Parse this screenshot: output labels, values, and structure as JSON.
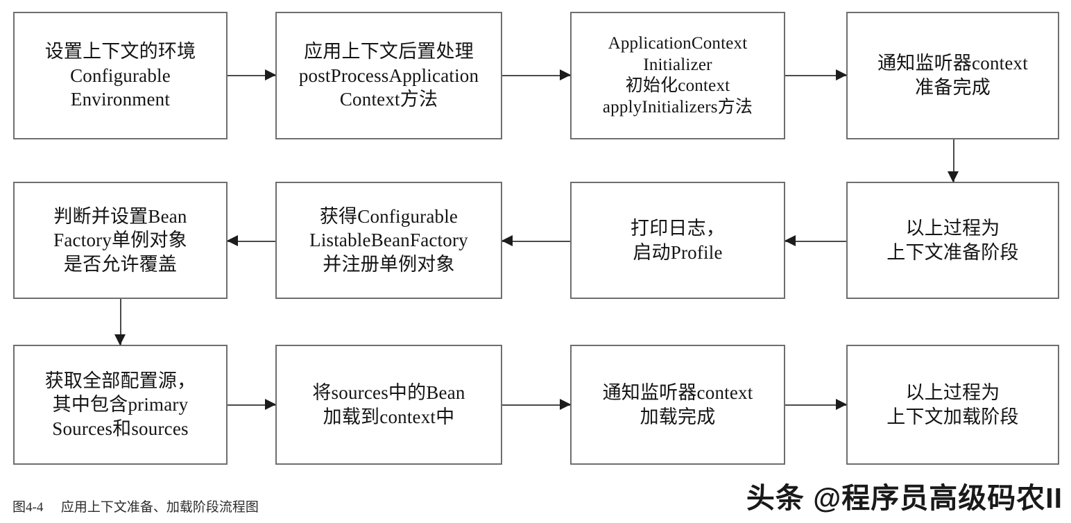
{
  "figure": {
    "caption_label": "图4-4",
    "caption_text": "应用上下文准备、加载阶段流程图",
    "watermark": "头条 @程序员高级码农II",
    "colors": {
      "box_border": "#6e6e6e",
      "arrow": "#1c1c1c",
      "text": "#141414",
      "background": "#ffffff"
    }
  },
  "nodes": [
    {
      "id": "n1",
      "lines": [
        "设置上下文的环境",
        "Configurable",
        "Environment"
      ]
    },
    {
      "id": "n2",
      "lines": [
        "应用上下文后置处理",
        "postProcessApplication",
        "Context方法"
      ]
    },
    {
      "id": "n3",
      "lines": [
        "ApplicationContext",
        "Initializer",
        "初始化context",
        "applyInitializers方法"
      ]
    },
    {
      "id": "n4",
      "lines": [
        "通知监听器context",
        "准备完成"
      ]
    },
    {
      "id": "n5",
      "lines": [
        "判断并设置Bean",
        "Factory单例对象",
        "是否允许覆盖"
      ]
    },
    {
      "id": "n6",
      "lines": [
        "获得Configurable",
        "ListableBeanFactory",
        "并注册单例对象"
      ]
    },
    {
      "id": "n7",
      "lines": [
        "打印日志，",
        "启动Profile"
      ]
    },
    {
      "id": "n8",
      "lines": [
        "以上过程为",
        "上下文准备阶段"
      ]
    },
    {
      "id": "n9",
      "lines": [
        "获取全部配置源，",
        "其中包含primary",
        "Sources和sources"
      ]
    },
    {
      "id": "n10",
      "lines": [
        "将sources中的Bean",
        "加载到context中"
      ]
    },
    {
      "id": "n11",
      "lines": [
        "通知监听器context",
        "加载完成"
      ]
    },
    {
      "id": "n12",
      "lines": [
        "以上过程为",
        "上下文加载阶段"
      ]
    }
  ],
  "edges": [
    {
      "id": "e1",
      "from": "n1",
      "to": "n2",
      "direction": "right"
    },
    {
      "id": "e2",
      "from": "n2",
      "to": "n3",
      "direction": "right"
    },
    {
      "id": "e3",
      "from": "n3",
      "to": "n4",
      "direction": "right"
    },
    {
      "id": "e4",
      "from": "n4",
      "to": "n8",
      "direction": "down"
    },
    {
      "id": "e5",
      "from": "n8",
      "to": "n7",
      "direction": "left"
    },
    {
      "id": "e6",
      "from": "n7",
      "to": "n6",
      "direction": "left"
    },
    {
      "id": "e7",
      "from": "n6",
      "to": "n5",
      "direction": "left"
    },
    {
      "id": "e8",
      "from": "n5",
      "to": "n9",
      "direction": "down"
    },
    {
      "id": "e9",
      "from": "n9",
      "to": "n10",
      "direction": "right"
    },
    {
      "id": "e10",
      "from": "n10",
      "to": "n11",
      "direction": "right"
    },
    {
      "id": "e11",
      "from": "n11",
      "to": "n12",
      "direction": "right"
    }
  ]
}
